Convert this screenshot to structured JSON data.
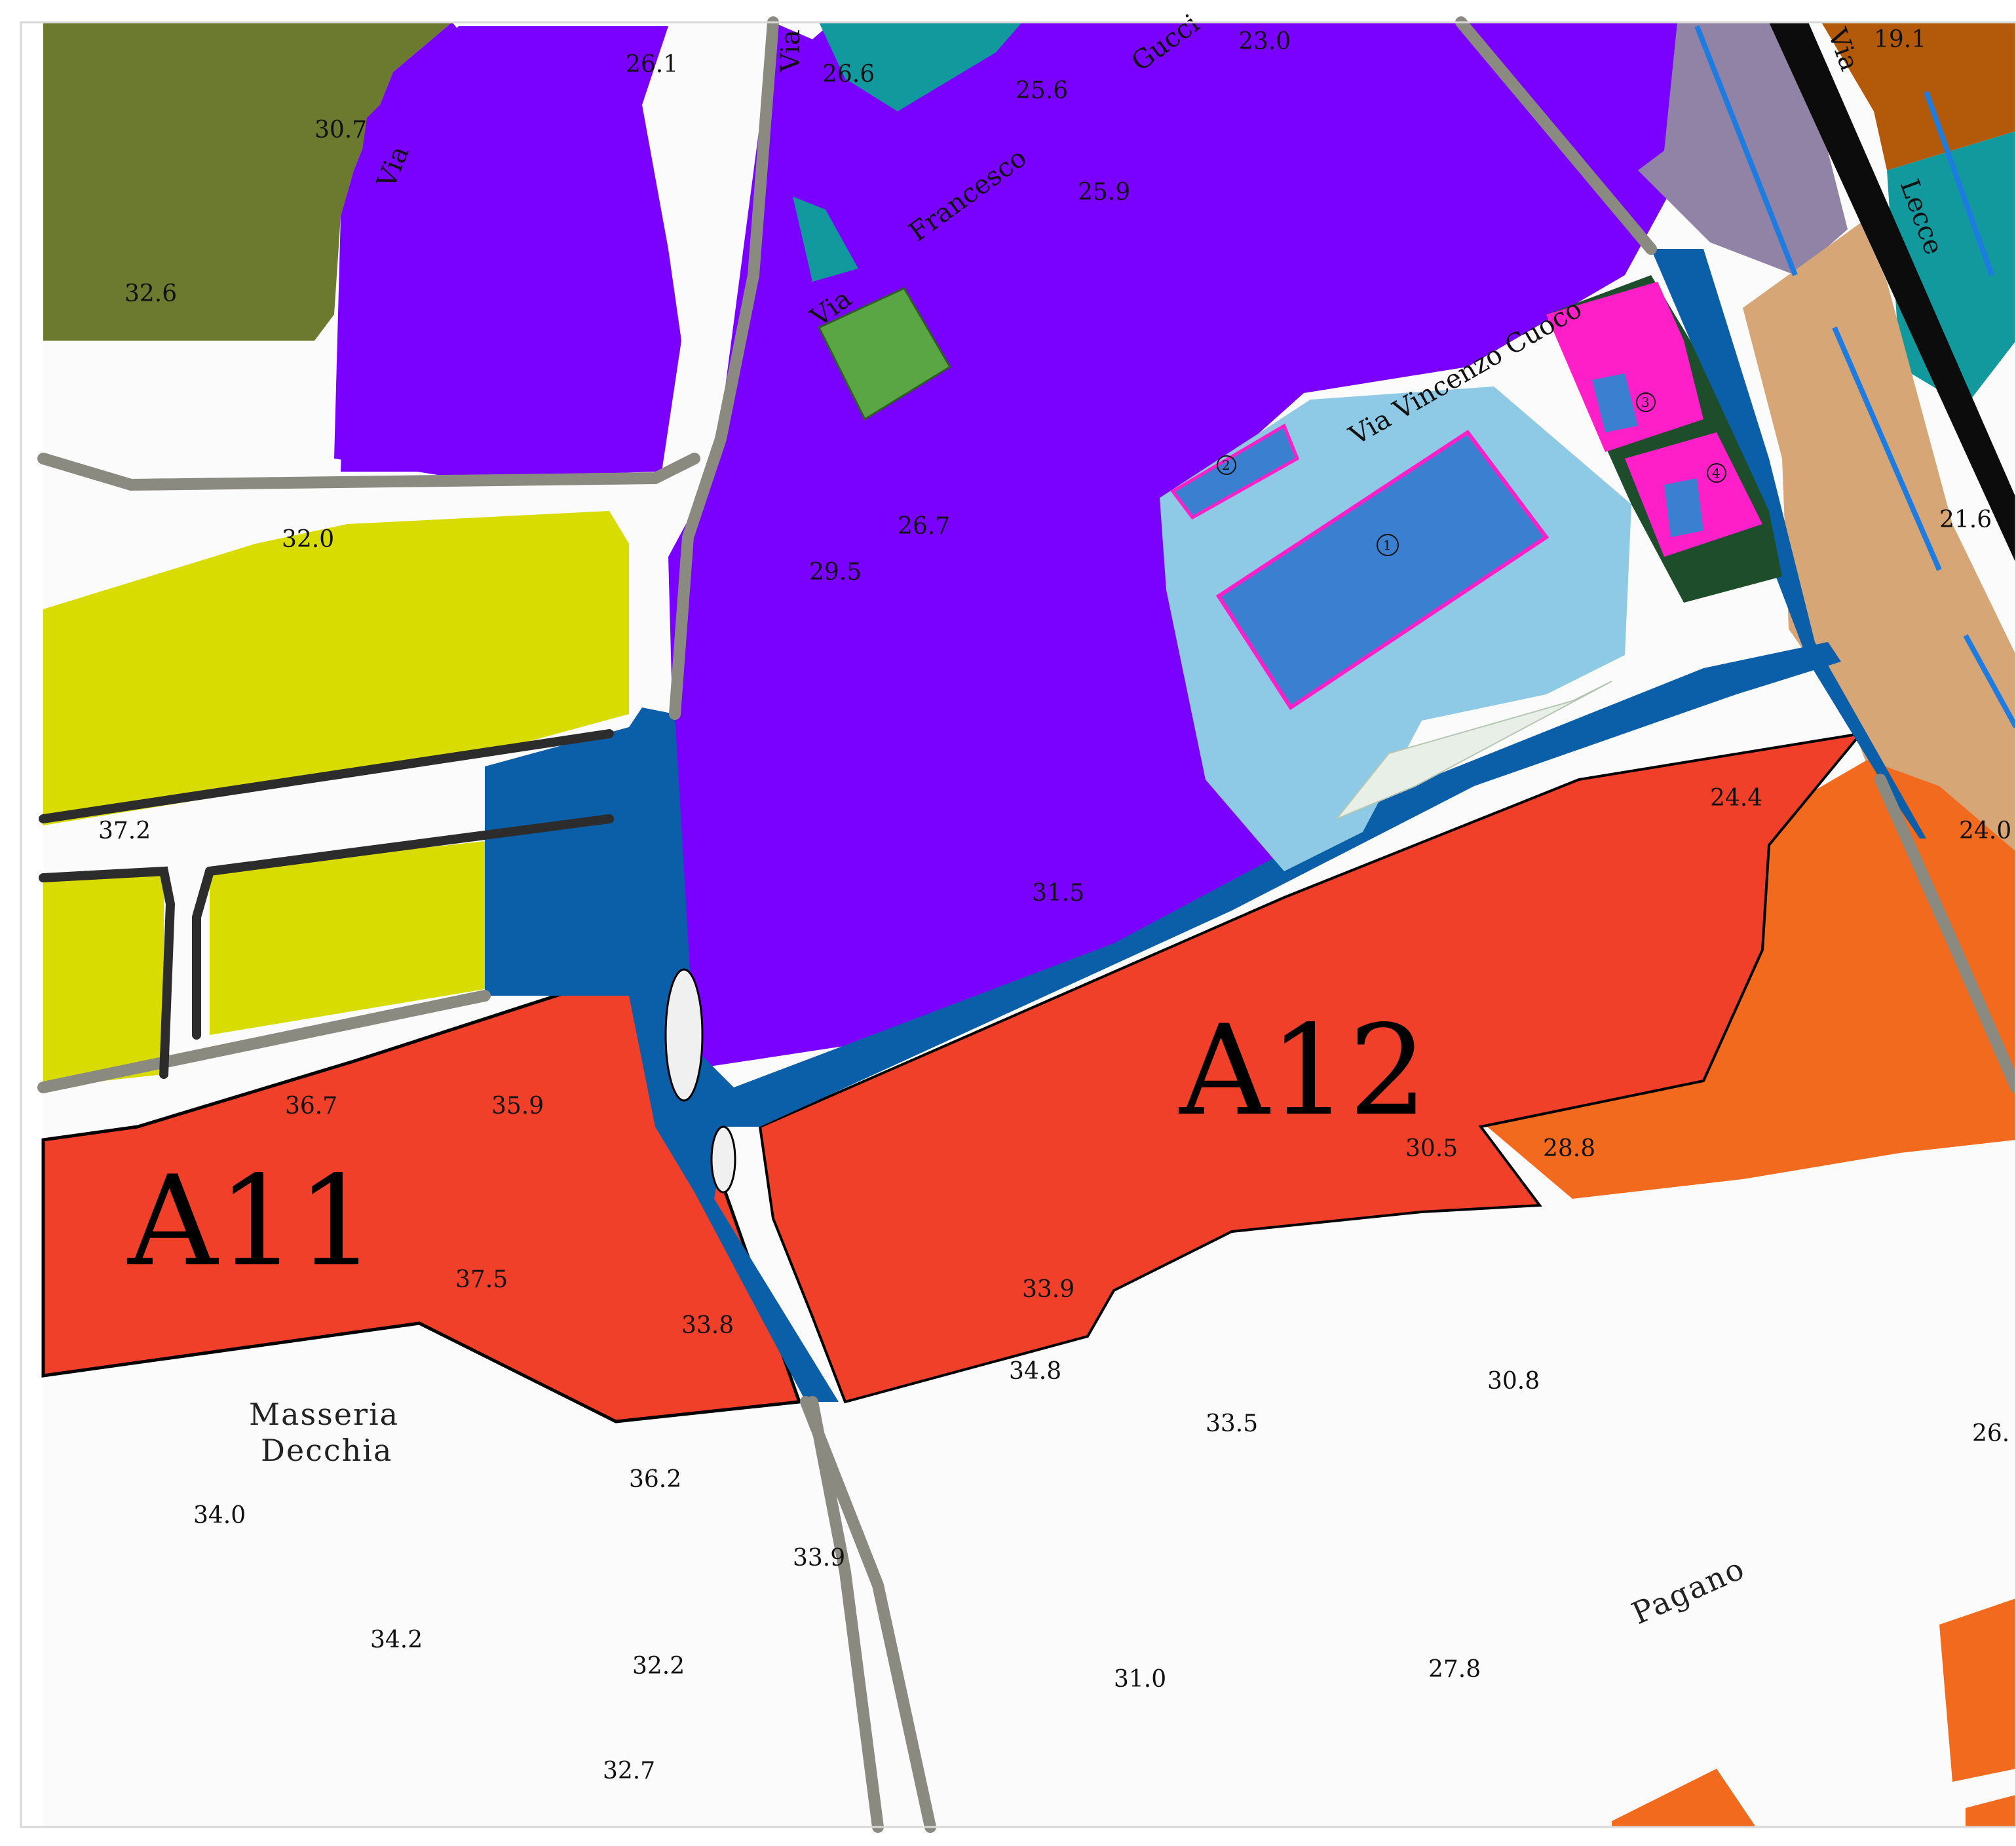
{
  "colors": {
    "residential_purple": "#7a00ff",
    "olive": "#6b7a2e",
    "yellow": "#d9dc00",
    "red_zone": "#f0402a",
    "orange_zone": "#f26a1e",
    "tan": "#d7a677",
    "brown": "#b35a0a",
    "teal": "#11999e",
    "road_blue": "#0b5ea8",
    "light_blue": "#8ecae6",
    "building_blue": "#3b7fd0",
    "magenta": "#ff1fc8",
    "dark_green": "#1e4d2b",
    "green": "#5aa645",
    "gray_purple": "#9183a6",
    "road_gray": "#8a8a80"
  },
  "zones": [
    "A11",
    "A12"
  ],
  "place_names": [
    "Masseria",
    "Decchia",
    "Pagano"
  ],
  "streets": [
    "Via",
    "Francesco",
    "Gucci",
    "Via Vincenzo Cuoco",
    "Lecce",
    "Via",
    "Via",
    "Via"
  ],
  "elevations": [
    "26.1",
    "26.6",
    "25.6",
    "23.0",
    "19.1",
    "30.7",
    "25.9",
    "32.6",
    "32.0",
    "26.7",
    "29.5",
    "21.6",
    "31.5",
    "37.2",
    "24.4",
    "24.0",
    "36.7",
    "35.9",
    "30.5",
    "28.8",
    "37.5",
    "33.9",
    "33.8",
    "34.8",
    "30.8",
    "33.5",
    "36.2",
    "34.0",
    "33.9",
    "34.2",
    "32.2",
    "31.0",
    "27.8",
    "32.7",
    "26."
  ],
  "facility_numbers": [
    "1",
    "2",
    "3",
    "4"
  ]
}
